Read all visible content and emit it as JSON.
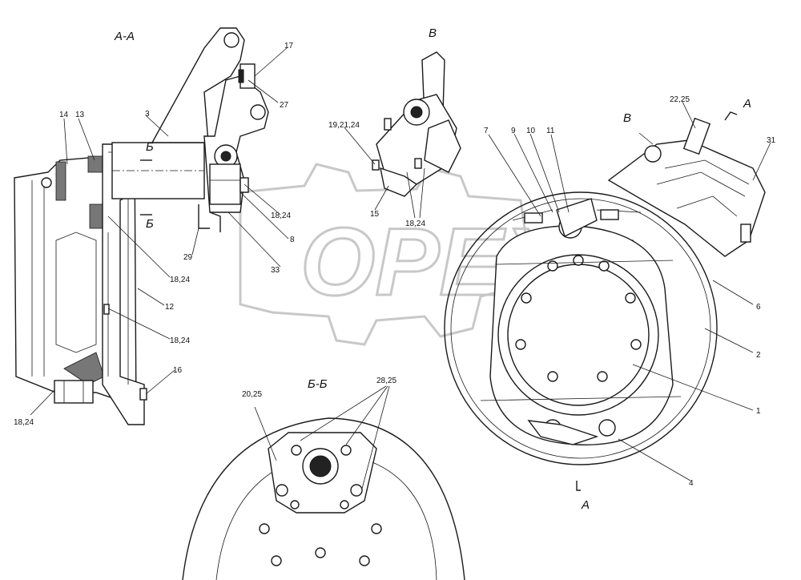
{
  "watermark": "OPEX",
  "views": {
    "section_aa": "А-А",
    "view_v": "В",
    "section_bb": "Б-Б",
    "view_v_arrow": "В",
    "arrow_a_top": "А",
    "arrow_a_bottom": "А",
    "cut_b_upper": "Б",
    "cut_b_lower": "Б"
  },
  "callouts": {
    "c17": "17",
    "c27": "27",
    "c3": "3",
    "c14": "14",
    "c13": "13",
    "c18_24_a": "18,24",
    "c8": "8",
    "c33": "33",
    "c29": "29",
    "c18_24_b": "18,24",
    "c12": "12",
    "c18_24_c": "18,24",
    "c16": "16",
    "c18_24_d": "18,24",
    "c19_21_24": "19,21,24",
    "c15": "15",
    "c18_24_e": "18,24",
    "c22_25": "22,25",
    "c7": "7",
    "c9": "9",
    "c10": "10",
    "c11": "11",
    "c31": "31",
    "c6": "6",
    "c2": "2",
    "c1": "1",
    "c4": "4",
    "c20_25": "20,25",
    "c28_25": "28,25"
  }
}
